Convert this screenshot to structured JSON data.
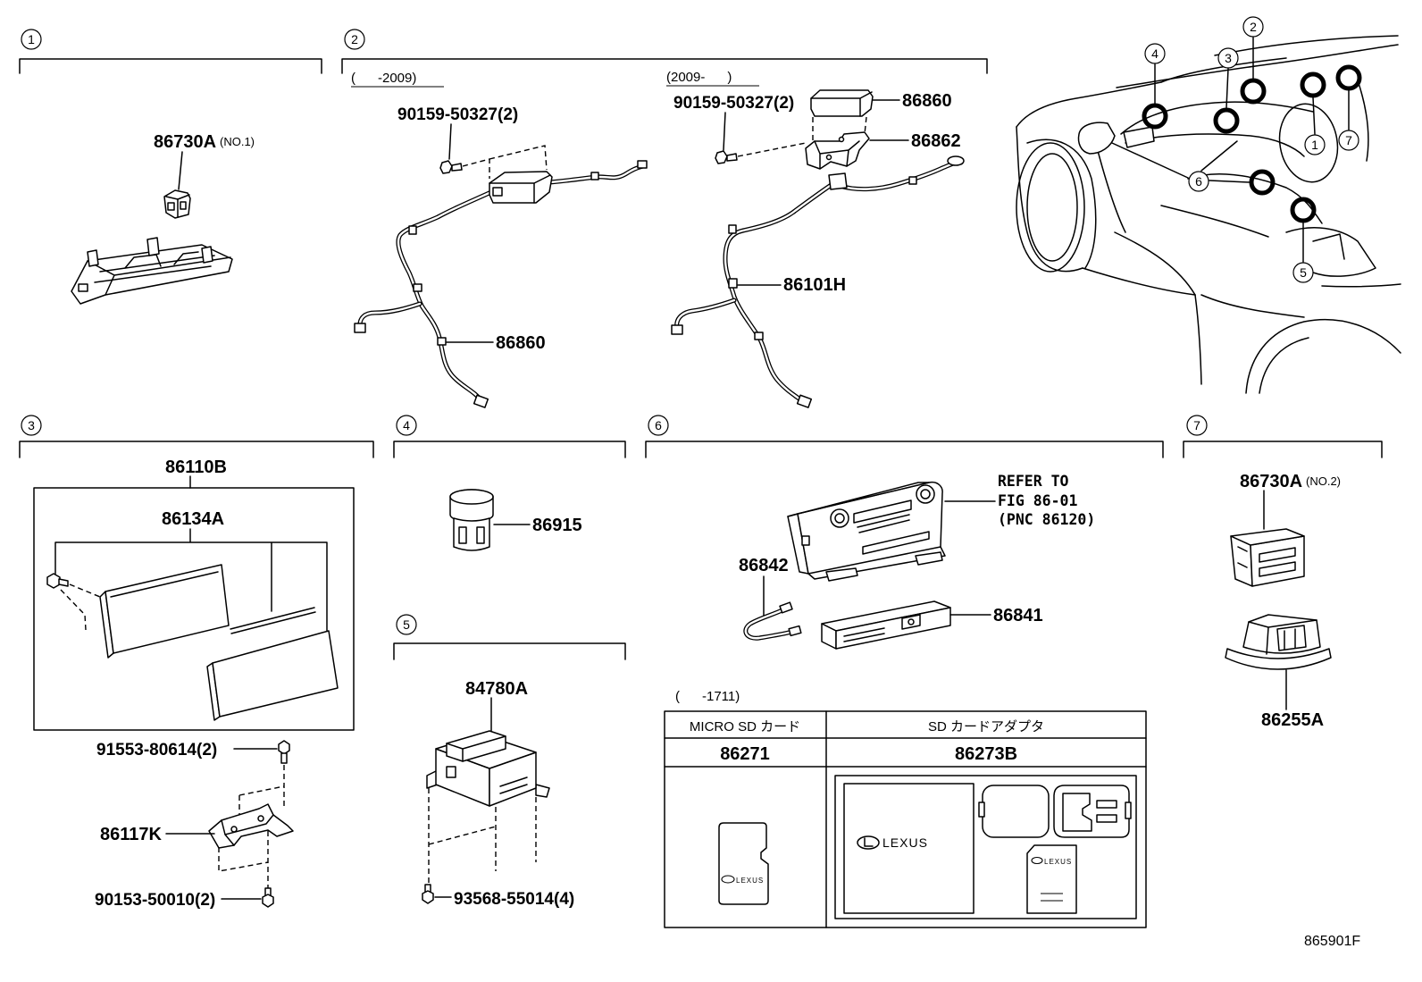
{
  "figure_code": "865901F",
  "section_markers": [
    "1",
    "2",
    "3",
    "4",
    "5",
    "6",
    "7"
  ],
  "section1": {
    "clip_part": "86730A",
    "clip_note": "(NO.1)"
  },
  "section2": {
    "early": {
      "range": "(      -2009)",
      "bolt": "90159-50327(2)",
      "harness": "86860"
    },
    "late": {
      "range": "(2009-      )",
      "bolt": "90159-50327(2)",
      "ecu": "86860",
      "bracket": "86862",
      "harness": "86101H"
    }
  },
  "section3": {
    "display_assy": "86110B",
    "display_panel": "86134A",
    "screw": "91553-80614(2)",
    "bracket": "86117K",
    "bolt": "90153-50010(2)"
  },
  "section4": {
    "switch": "86915"
  },
  "section5": {
    "sensor": "84780A",
    "bolt": "93568-55014(4)"
  },
  "section6": {
    "refer_note": [
      "REFER TO",
      "FIG 86-01",
      "(PNC 86120)"
    ],
    "cable": "86842",
    "unit": "86841",
    "range": "(      -1711)",
    "sd_table": {
      "headers": [
        "MICRO SD カード",
        "SD カードアダプタ"
      ],
      "parts": [
        "86271",
        "86273B"
      ]
    }
  },
  "section7": {
    "clip_part": "86730A",
    "clip_note": "(NO.2)",
    "bracket": "86255A"
  },
  "locator_callouts": [
    "1",
    "2",
    "3",
    "4",
    "5",
    "6",
    "7"
  ],
  "brand": {
    "logo_text": "LEXUS"
  }
}
